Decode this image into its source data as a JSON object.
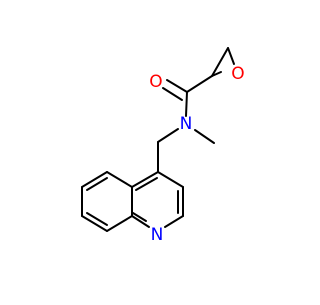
{
  "molecule": {
    "atom_labels": {
      "carbonyl_oxygen": "O",
      "epoxide_oxygen": "O",
      "amide_nitrogen": "N",
      "quinoline_nitrogen": "N"
    },
    "colors": {
      "bond": "#000000",
      "oxygen": "#ff0000",
      "nitrogen": "#0000ff",
      "background": "#ffffff"
    }
  }
}
